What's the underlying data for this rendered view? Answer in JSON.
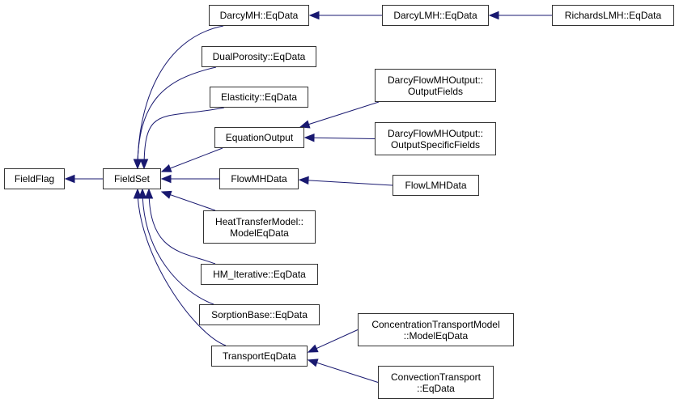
{
  "diagram": {
    "edge_color": "#191970",
    "nodes": [
      {
        "id": "fieldflag",
        "lines": [
          "FieldFlag"
        ]
      },
      {
        "id": "fieldset",
        "lines": [
          "FieldSet"
        ]
      },
      {
        "id": "darcymh",
        "lines": [
          "DarcyMH::EqData"
        ]
      },
      {
        "id": "dualporosity",
        "lines": [
          "DualPorosity::EqData"
        ]
      },
      {
        "id": "elasticity",
        "lines": [
          "Elasticity::EqData"
        ]
      },
      {
        "id": "equationoutput",
        "lines": [
          "EquationOutput"
        ]
      },
      {
        "id": "flowmhdata",
        "lines": [
          "FlowMHData"
        ]
      },
      {
        "id": "heattransfer",
        "lines": [
          "HeatTransferModel::",
          "ModelEqData"
        ]
      },
      {
        "id": "hmiterative",
        "lines": [
          "HM_Iterative::EqData"
        ]
      },
      {
        "id": "sorptionbase",
        "lines": [
          "SorptionBase::EqData"
        ]
      },
      {
        "id": "transporteqdata",
        "lines": [
          "TransportEqData"
        ]
      },
      {
        "id": "darcylmh",
        "lines": [
          "DarcyLMH::EqData"
        ]
      },
      {
        "id": "richardslmh",
        "lines": [
          "RichardsLMH::EqData"
        ]
      },
      {
        "id": "outputfields",
        "lines": [
          "DarcyFlowMHOutput::",
          "OutputFields"
        ]
      },
      {
        "id": "outputspecific",
        "lines": [
          "DarcyFlowMHOutput::",
          "OutputSpecificFields"
        ]
      },
      {
        "id": "flowlmhdata",
        "lines": [
          "FlowLMHData"
        ]
      },
      {
        "id": "concentration",
        "lines": [
          "ConcentrationTransportModel",
          "::ModelEqData"
        ]
      },
      {
        "id": "convection",
        "lines": [
          "ConvectionTransport",
          "::EqData"
        ]
      }
    ],
    "edges": [
      {
        "child": "fieldset",
        "parent": "fieldflag"
      },
      {
        "child": "darcymh",
        "parent": "fieldset"
      },
      {
        "child": "dualporosity",
        "parent": "fieldset"
      },
      {
        "child": "elasticity",
        "parent": "fieldset"
      },
      {
        "child": "equationoutput",
        "parent": "fieldset"
      },
      {
        "child": "flowmhdata",
        "parent": "fieldset"
      },
      {
        "child": "heattransfer",
        "parent": "fieldset"
      },
      {
        "child": "hmiterative",
        "parent": "fieldset"
      },
      {
        "child": "sorptionbase",
        "parent": "fieldset"
      },
      {
        "child": "transporteqdata",
        "parent": "fieldset"
      },
      {
        "child": "darcylmh",
        "parent": "darcymh"
      },
      {
        "child": "richardslmh",
        "parent": "darcylmh"
      },
      {
        "child": "outputfields",
        "parent": "equationoutput"
      },
      {
        "child": "outputspecific",
        "parent": "equationoutput"
      },
      {
        "child": "flowlmhdata",
        "parent": "flowmhdata"
      },
      {
        "child": "concentration",
        "parent": "transporteqdata"
      },
      {
        "child": "convection",
        "parent": "transporteqdata"
      }
    ]
  }
}
